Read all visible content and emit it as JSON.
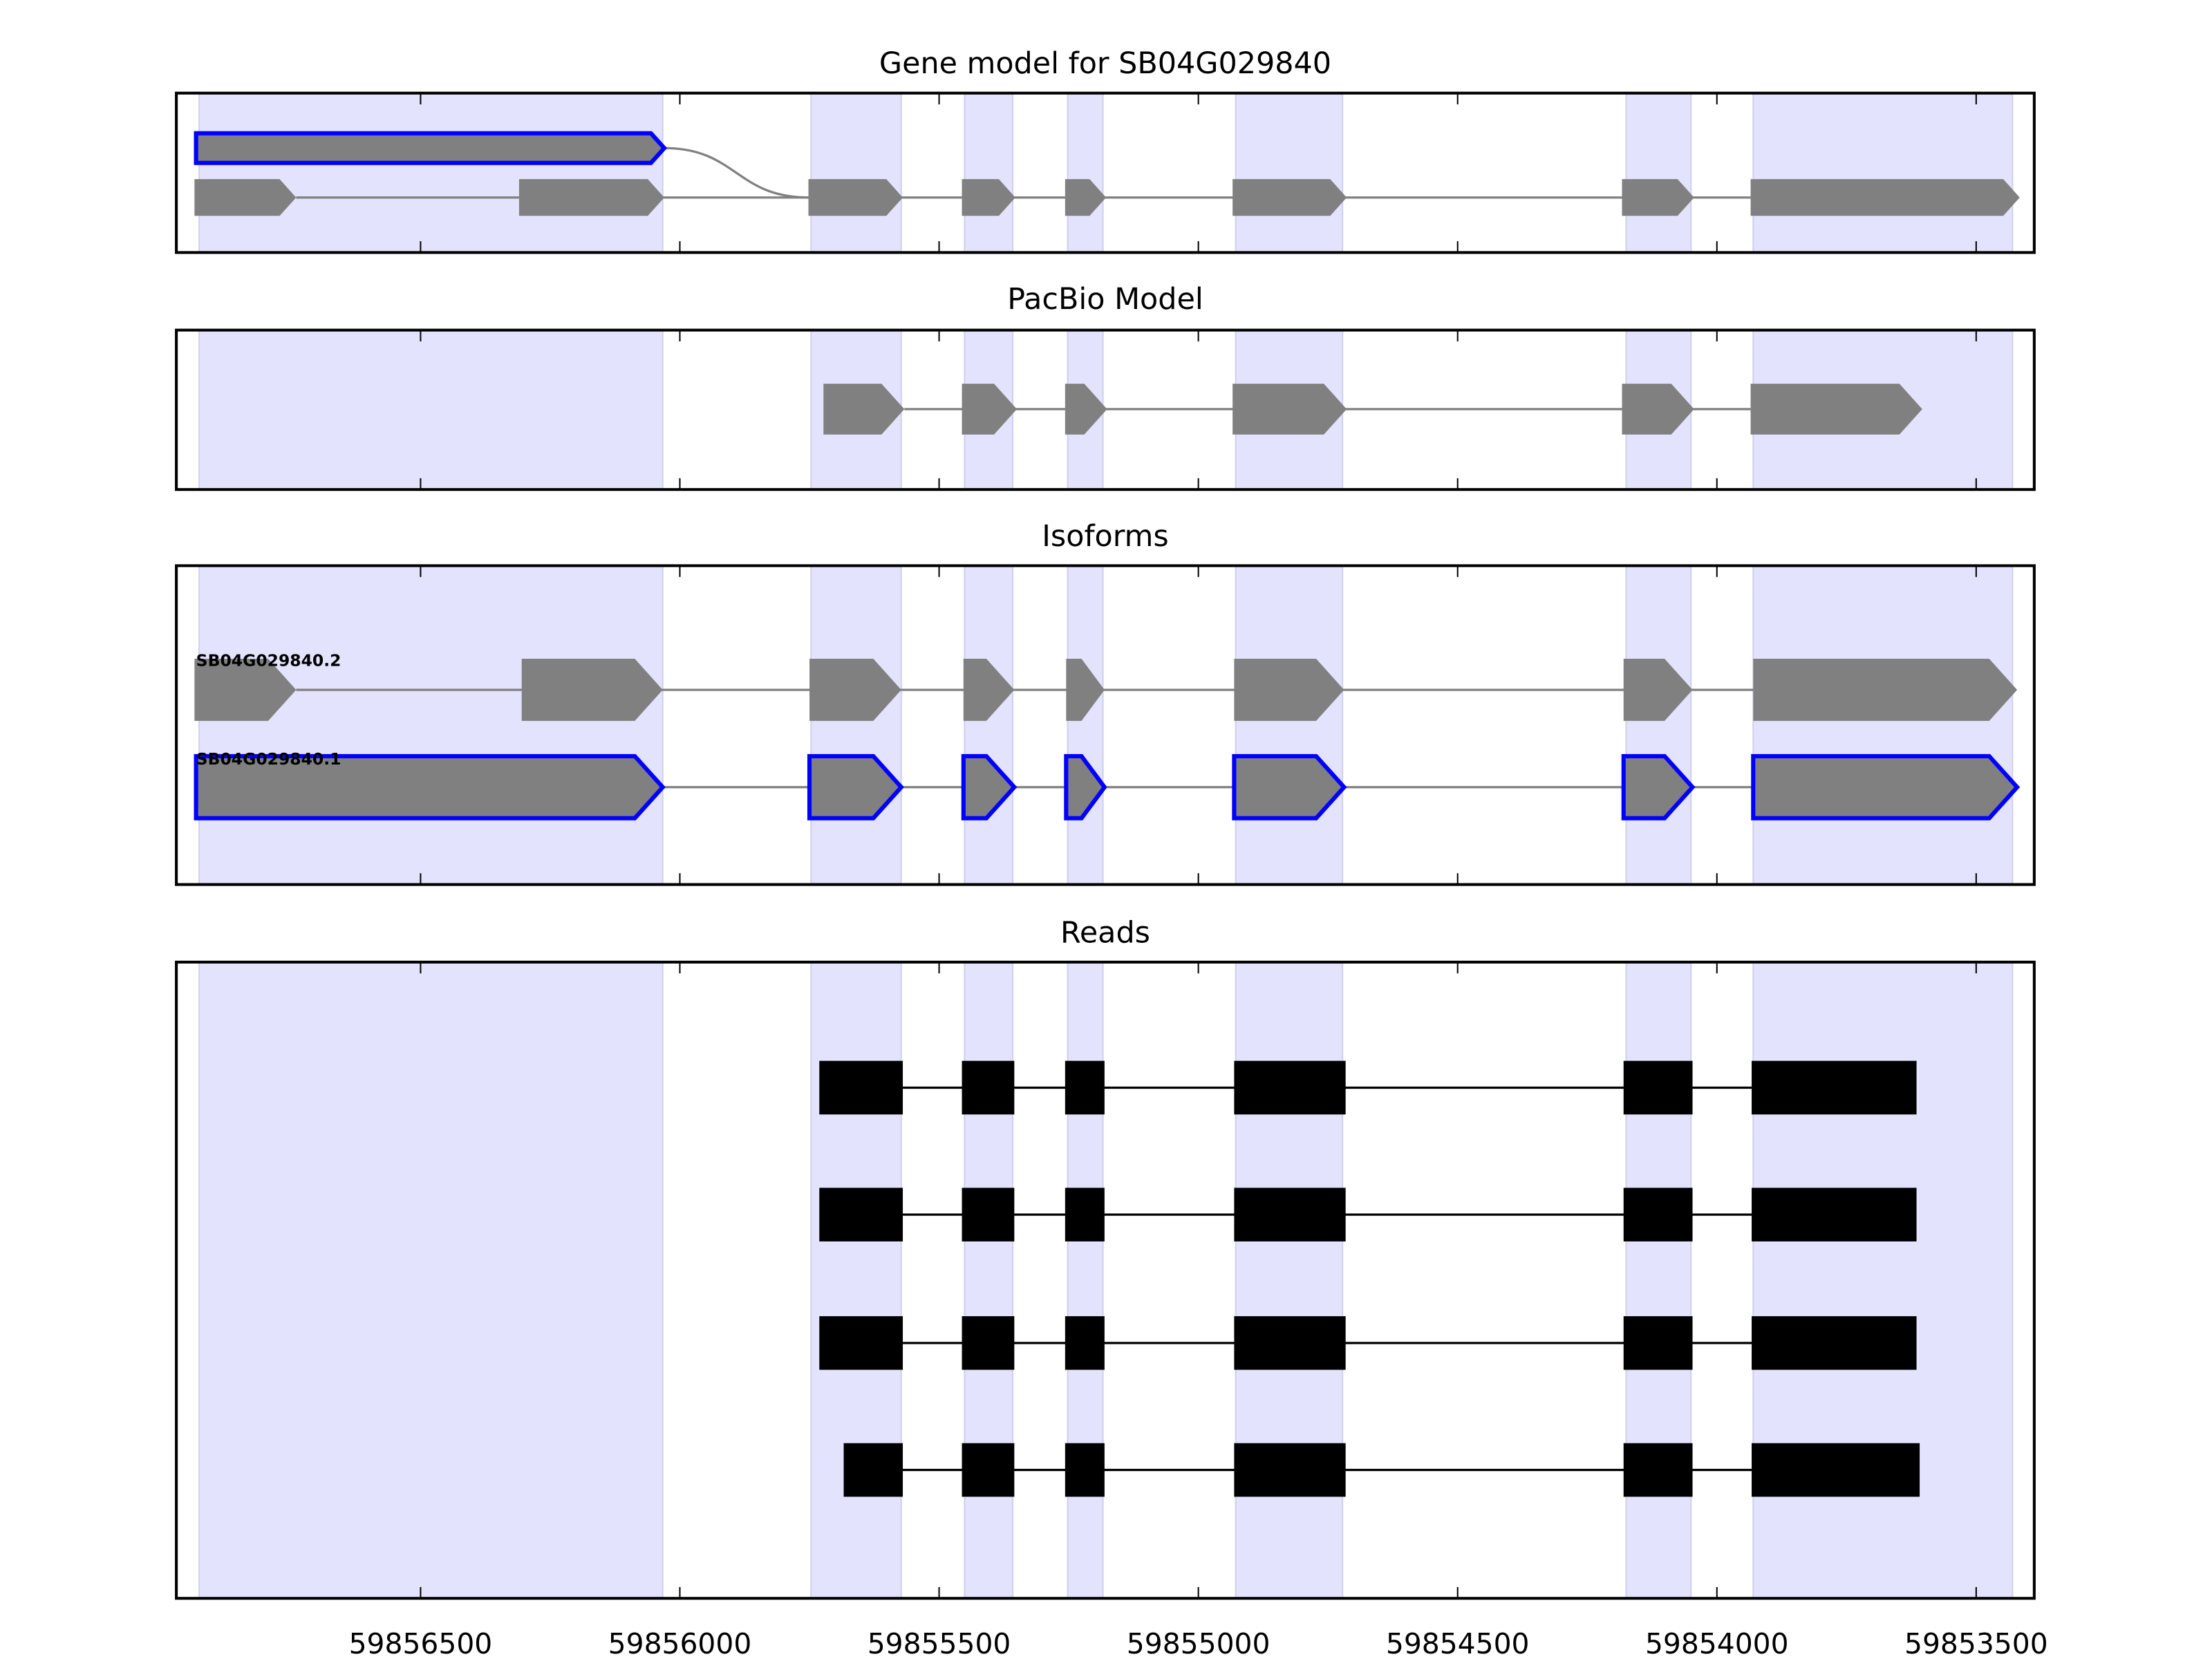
{
  "chart_data": {
    "type": "gene-track",
    "xlim": [
      59856971,
      59853388
    ],
    "xticks": [
      59856500,
      59856000,
      59855500,
      59855000,
      59854500,
      59854000,
      59853500
    ],
    "xtick_labels": [
      "59856500",
      "59856000",
      "59855500",
      "59855000",
      "59854500",
      "59854000",
      "59853500"
    ],
    "colors": {
      "shade": "#e3e3fd",
      "shade_edge": "#d0d0ee",
      "exon": "#808080",
      "highlight": "#0000ff",
      "read": "#000000",
      "intron": "#808080"
    },
    "shaded_regions": [
      [
        59856927,
        59856033
      ],
      [
        59855747,
        59855573
      ],
      [
        59855451,
        59855358
      ],
      [
        59855252,
        59855184
      ],
      [
        59854928,
        59854722
      ],
      [
        59854175,
        59854050
      ],
      [
        59853930,
        59853430
      ]
    ],
    "panels": [
      {
        "title": "Gene model for SB04G029840",
        "rows": [
          {
            "exons": [
              [
                59856933,
                59856030
              ]
            ],
            "highlighted": true,
            "junction_to_next_row": 59855752
          },
          {
            "exons": [
              [
                59856936,
                59856740
              ],
              [
                59856310,
                59856030
              ],
              [
                59855752,
                59855570
              ],
              [
                59855456,
                59855353
              ],
              [
                59855257,
                59855178
              ],
              [
                59854934,
                59854714
              ],
              [
                59854183,
                59854044
              ],
              [
                59853935,
                59853416
              ]
            ]
          }
        ]
      },
      {
        "title": "PacBio Model",
        "rows": [
          {
            "exons": [
              [
                59855723,
                59855567
              ],
              [
                59855456,
                59855350
              ],
              [
                59855257,
                59855176
              ],
              [
                59854934,
                59854714
              ],
              [
                59854183,
                59854044
              ],
              [
                59853935,
                59853604
              ]
            ]
          }
        ]
      },
      {
        "title": "Isoforms",
        "rows": [
          {
            "label": "SB04G029840.2",
            "exons": [
              [
                59856936,
                59856740
              ],
              [
                59856305,
                59856033
              ],
              [
                59855750,
                59855573
              ],
              [
                59855453,
                59855355
              ],
              [
                59855255,
                59855181
              ],
              [
                59854931,
                59854719
              ],
              [
                59854180,
                59854047
              ],
              [
                59853930,
                59853421
              ]
            ]
          },
          {
            "label": "SB04G029840.1",
            "highlighted": true,
            "exons": [
              [
                59856933,
                59856033
              ],
              [
                59855750,
                59855573
              ],
              [
                59855453,
                59855355
              ],
              [
                59855255,
                59855181
              ],
              [
                59854931,
                59854719
              ],
              [
                59854180,
                59854047
              ],
              [
                59853930,
                59853421
              ]
            ]
          }
        ]
      },
      {
        "title": "Reads",
        "rows": [
          {
            "exons": [
              [
                59855731,
                59855570
              ],
              [
                59855456,
                59855355
              ],
              [
                59855257,
                59855181
              ],
              [
                59854931,
                59854716
              ],
              [
                59854180,
                59854047
              ],
              [
                59853933,
                59853615
              ]
            ]
          },
          {
            "exons": [
              [
                59855731,
                59855570
              ],
              [
                59855456,
                59855355
              ],
              [
                59855257,
                59855181
              ],
              [
                59854931,
                59854716
              ],
              [
                59854180,
                59854047
              ],
              [
                59853933,
                59853615
              ]
            ]
          },
          {
            "exons": [
              [
                59855731,
                59855570
              ],
              [
                59855456,
                59855355
              ],
              [
                59855257,
                59855181
              ],
              [
                59854931,
                59854716
              ],
              [
                59854180,
                59854047
              ],
              [
                59853933,
                59853615
              ]
            ]
          },
          {
            "exons": [
              [
                59855684,
                59855570
              ],
              [
                59855456,
                59855355
              ],
              [
                59855257,
                59855181
              ],
              [
                59854931,
                59854716
              ],
              [
                59854180,
                59854047
              ],
              [
                59853933,
                59853609
              ]
            ]
          }
        ]
      }
    ]
  }
}
